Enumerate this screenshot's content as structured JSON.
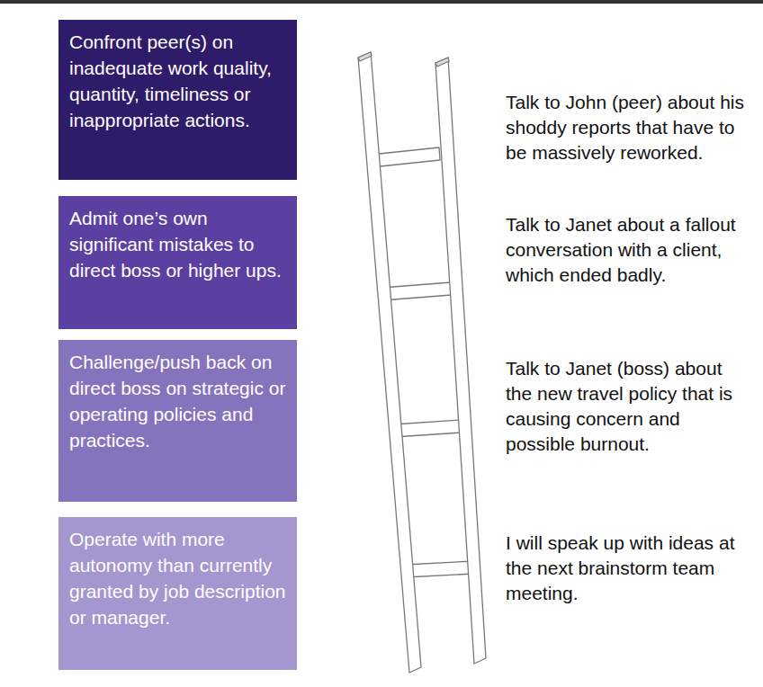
{
  "diagram": {
    "nodes": [
      {
        "text": [
          "Confront peer(s) on inadequate work quality, quantity, timeliness or inappropriate actions."
        ]
      },
      {
        "text": [
          "Admit one’s own significant mistakes to direct boss or higher ups."
        ]
      },
      {
        "text": [
          "Challenge/push back on direct boss on strategic or operating policies and practices."
        ]
      },
      {
        "text": [
          "Operate with more autonomy than currently granted by job description or manager."
        ]
      }
    ],
    "labels": [
      "Talk to John (peer) about his shoddy reports that have to be massively reworked.",
      "Talk to Janet about a fallout conversation with a client, which ended badly.",
      "Talk to Janet (boss) about the new travel policy that is causing concern and possible burnout.",
      "I will speak up with ideas at the next brainstorm team meeting."
    ]
  }
}
